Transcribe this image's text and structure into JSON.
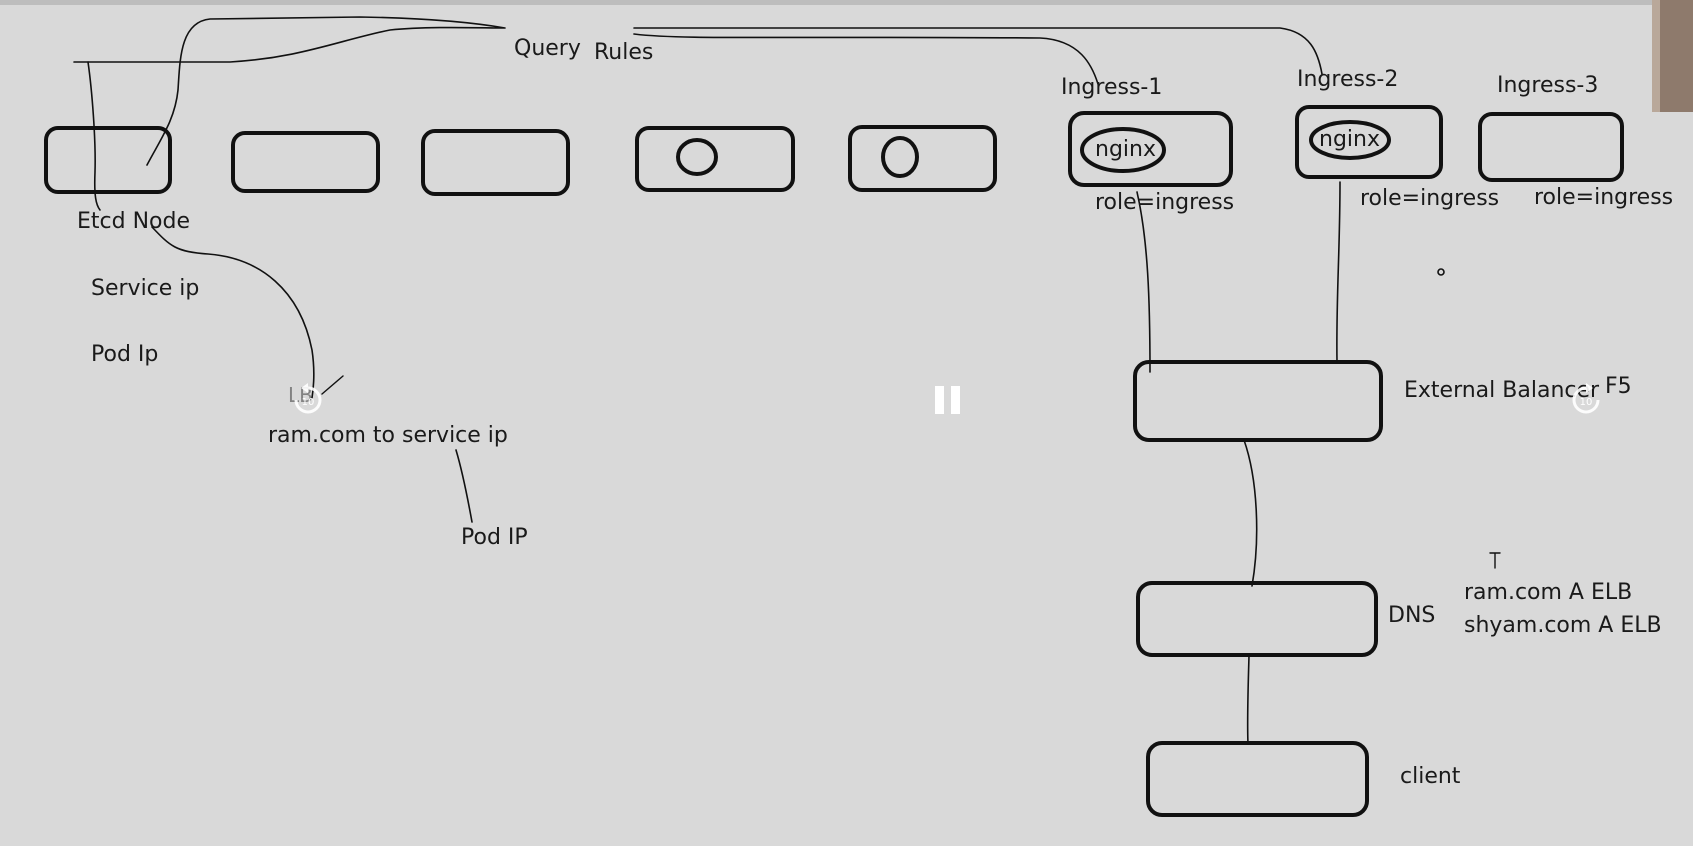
{
  "labels": {
    "query": "Query",
    "rules": "Rules",
    "ingress1": "Ingress-1",
    "ingress2": "Ingress-2",
    "ingress3": "Ingress-3",
    "nginx1": "nginx",
    "nginx2": "nginx",
    "role1": "role=ingress",
    "role2": "role=ingress",
    "role3": "role=ingress",
    "etcd": "Etcd Node",
    "service_ip": "Service ip",
    "pod_ip": "Pod Ip",
    "lb_scribble": "LB",
    "ram_to_service": "ram.com  to service ip",
    "pod_ip_caps": "Pod IP",
    "external_balancer": "External Balancer",
    "f5": "F5",
    "dns": "DNS",
    "dns_record_1": "ram.com A ELB",
    "dns_record_2": "shyam.com A ELB",
    "client": "client"
  },
  "player": {
    "rewind_icon": "rewind-10-icon",
    "pause_icon": "pause-icon",
    "forward_icon": "forward-10-icon",
    "rewind_text": "10",
    "forward_text": "10"
  },
  "colors": {
    "background": "#d9d9d9",
    "ink": "#111111"
  }
}
